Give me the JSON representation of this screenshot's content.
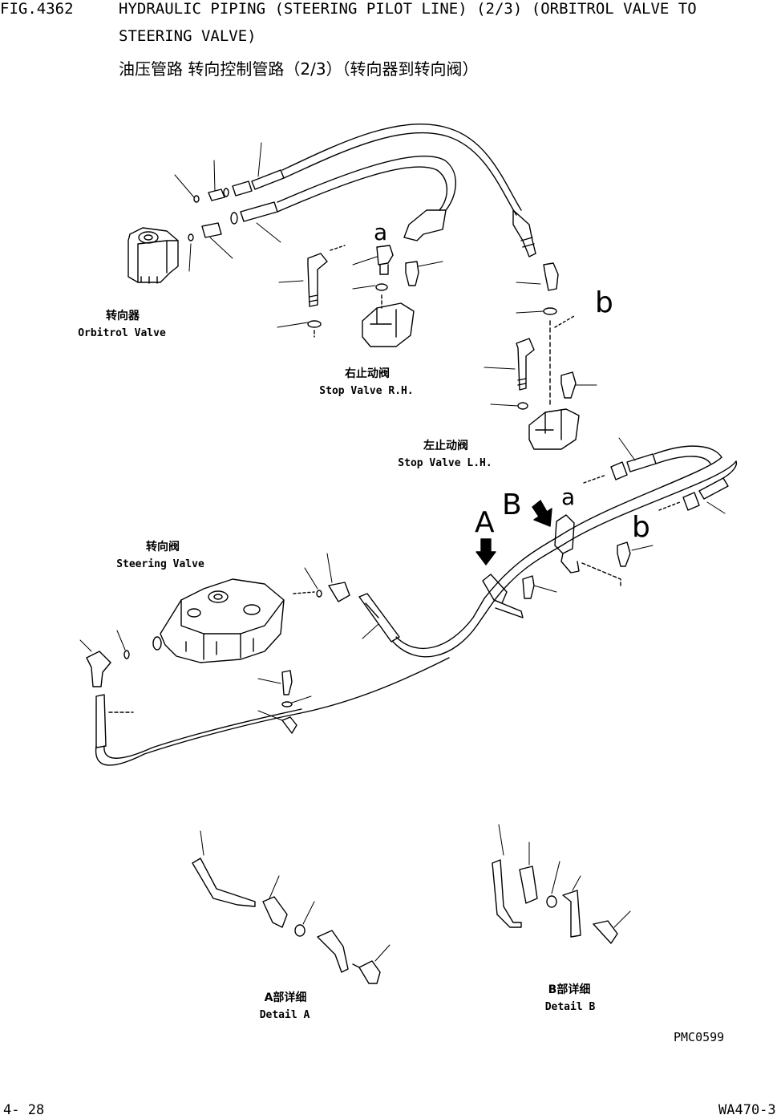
{
  "header": {
    "fig": "FIG.4362",
    "title_line1": "HYDRAULIC PIPING (STEERING PILOT LINE) (2/3) (ORBITROL VALVE TO",
    "title_line2": "STEERING VALVE)",
    "title_cn": "油压管路 转向控制管路（2/3）（转向器到转向阀）"
  },
  "labels": {
    "orbitrol_cn": "转向器",
    "orbitrol_en": "Orbitrol Valve",
    "stop_rh_cn": "右止动阀",
    "stop_rh_en": "Stop Valve R.H.",
    "stop_lh_cn": "左止动阀",
    "stop_lh_en": "Stop Valve L.H.",
    "steering_cn": "转向阀",
    "steering_en": "Steering Valve",
    "detail_a_cn": "A部详细",
    "detail_a_en": "Detail A",
    "detail_b_cn": "B部详细",
    "detail_b_en": "Detail B"
  },
  "callouts": {
    "a_upper": "a",
    "b_upper": "b",
    "a_lower": "a",
    "b_lower": "b",
    "A": "A",
    "B": "B"
  },
  "footer": {
    "code": "PMC0599",
    "page": "4- 28",
    "model": "WA470-3"
  }
}
